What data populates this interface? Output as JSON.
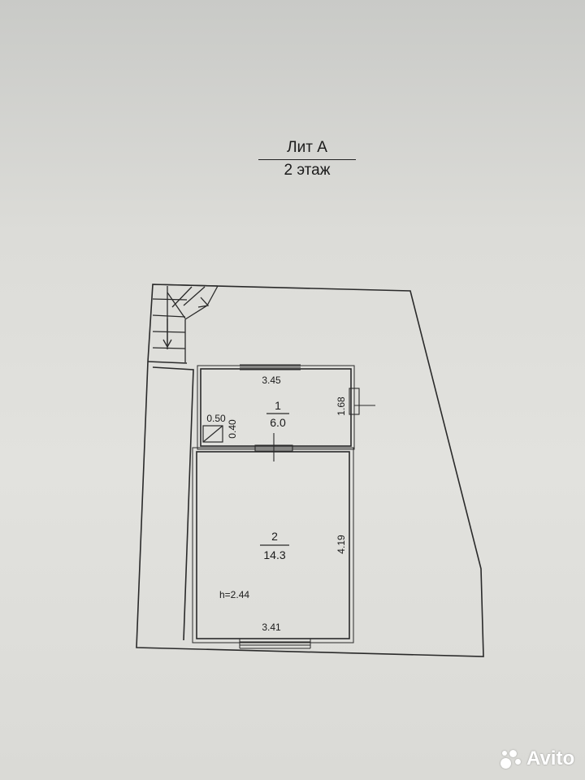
{
  "title": {
    "line1": "Лит А",
    "line2": "2 этаж"
  },
  "rooms": [
    {
      "number": "1",
      "area": "6.0"
    },
    {
      "number": "2",
      "area": "14.3"
    }
  ],
  "dimensions": {
    "room1_width_top": "3.45",
    "room1_height_right": "1.68",
    "niche_width": "0.50",
    "niche_depth": "0.40",
    "room2_height_right": "4.19",
    "room2_width_bottom": "3.41",
    "ceiling_height": "h=2.44"
  },
  "watermark": {
    "brand": "Avito"
  }
}
